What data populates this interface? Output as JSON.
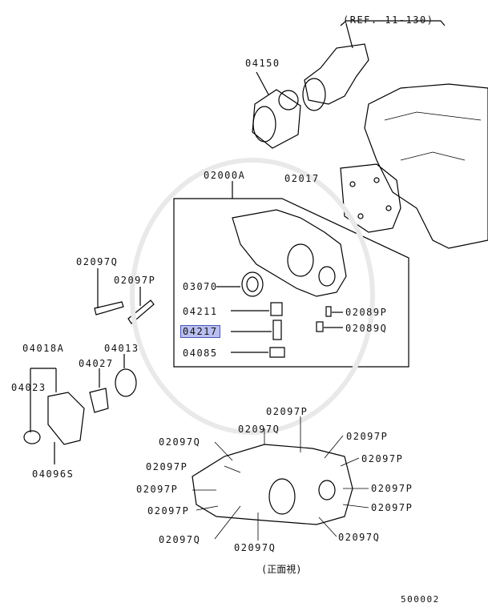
{
  "diagram": {
    "ref_label": "(REF. 11-130)",
    "view_caption": "(正面視)",
    "figure_number": "500002",
    "highlight_color": "#b9bff0",
    "callouts": {
      "p04150": "04150",
      "p02000A": "02000A",
      "p02017": "02017",
      "p03070": "03070",
      "p04211": "04211",
      "p04217": "04217",
      "p04085": "04085",
      "p02089P": "02089P",
      "p02089Q": "02089Q",
      "p02097Q_bolt": "02097Q",
      "p02097P_bolt": "02097P",
      "p04018A": "04018A",
      "p04013": "04013",
      "p04027": "04027",
      "p04023": "04023",
      "p04096S": "04096S",
      "cov_02097P_top": "02097P",
      "cov_02097Q_top": "02097Q",
      "cov_02097Q_left": "02097Q",
      "cov_02097P_r1": "02097P",
      "cov_02097P_l1": "02097P",
      "cov_02097P_r2": "02097P",
      "cov_02097P_l2": "02097P",
      "cov_02097P_r3": "02097P",
      "cov_02097P_l3": "02097P",
      "cov_02097P_r4": "02097P",
      "cov_02097Q_bl": "02097Q",
      "cov_02097Q_bm": "02097Q",
      "cov_02097Q_br": "02097Q"
    }
  }
}
